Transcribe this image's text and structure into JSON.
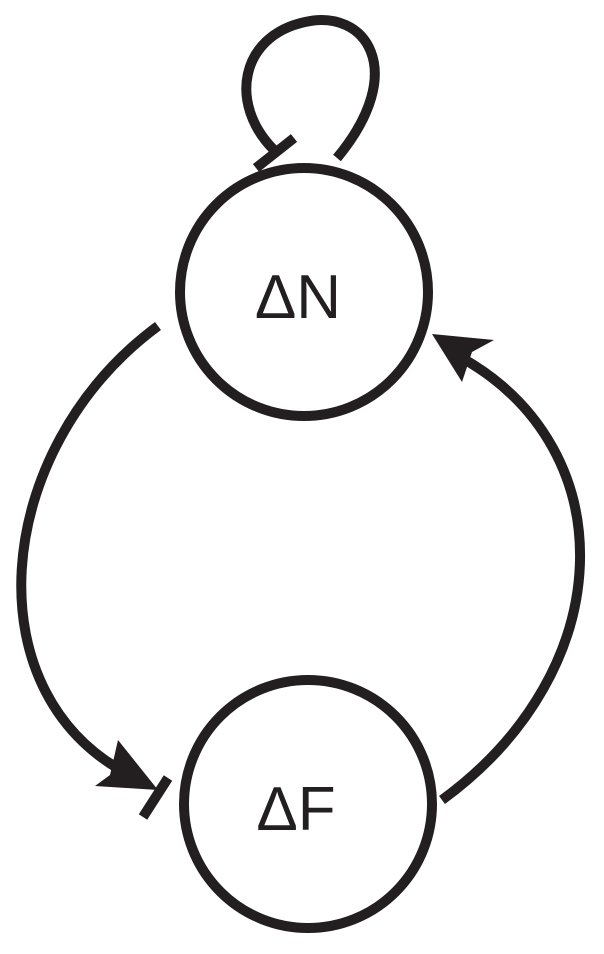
{
  "diagram": {
    "nodes": [
      {
        "id": "dN",
        "label": "ΔN"
      },
      {
        "id": "dF",
        "label": "ΔF"
      }
    ],
    "edges": [
      {
        "from": "dN",
        "to": "dN",
        "type": "inhibition"
      },
      {
        "from": "dN",
        "to": "dF",
        "type": "activation"
      },
      {
        "from": "dN",
        "to": "dF",
        "type": "inhibition"
      },
      {
        "from": "dF",
        "to": "dN",
        "type": "activation"
      }
    ],
    "colors": {
      "line": "#231f20",
      "background": "#ffffff"
    }
  }
}
